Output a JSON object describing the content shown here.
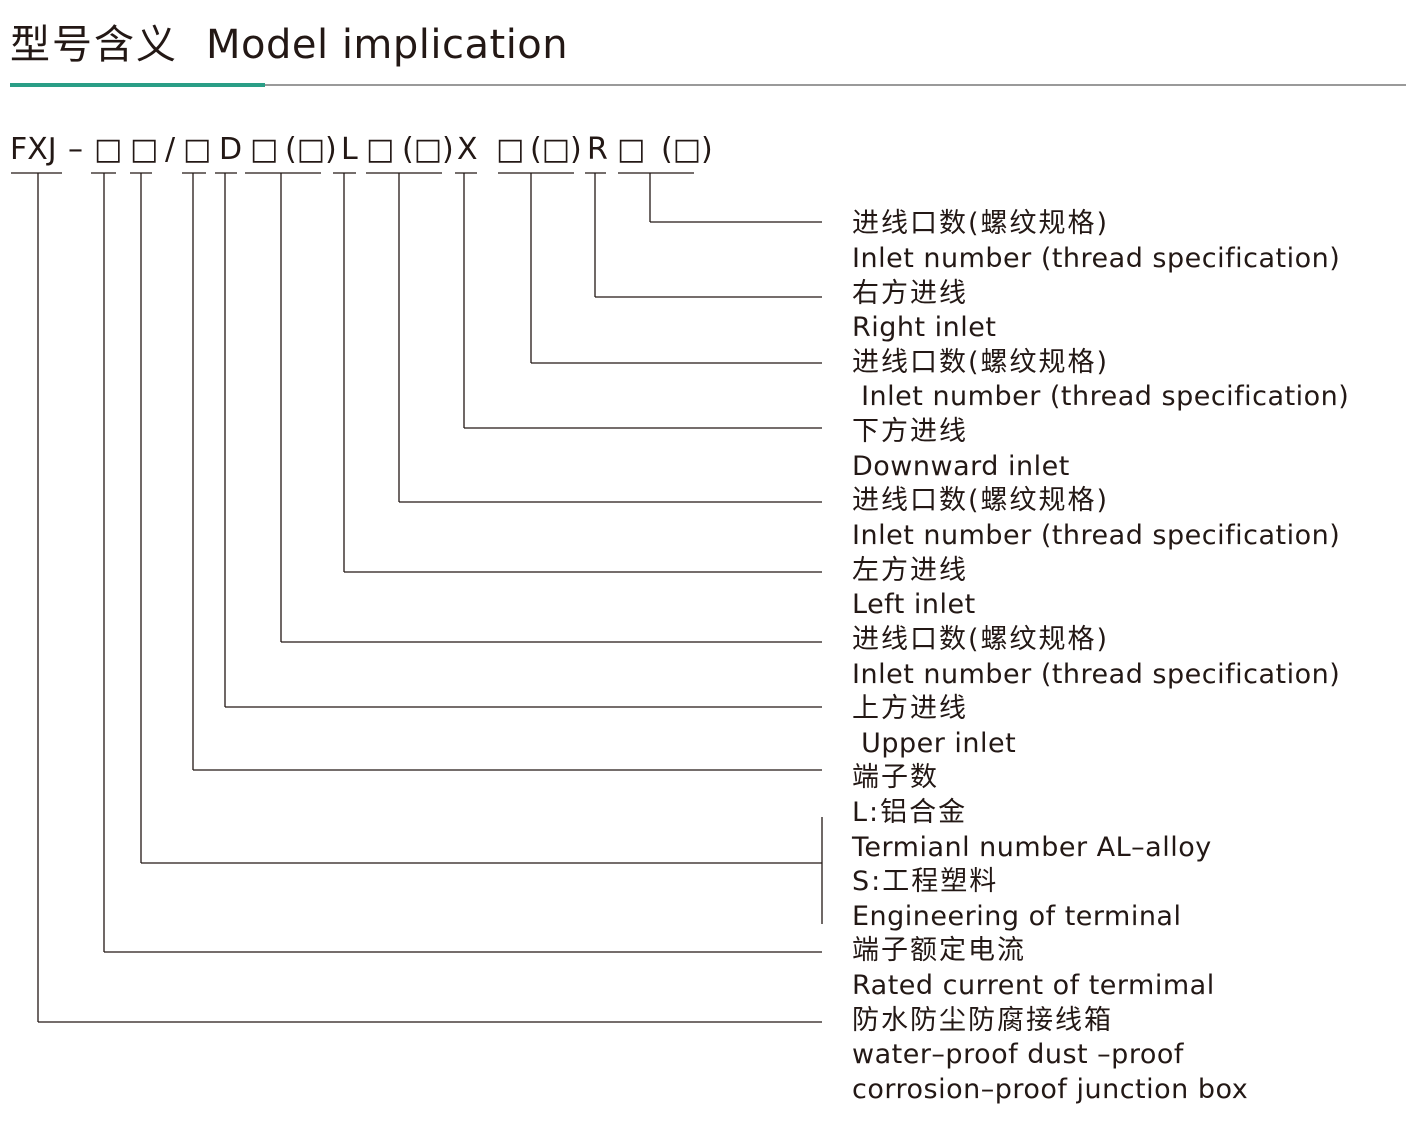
{
  "header": {
    "title_zh": "型号含义",
    "title_en": "Model implication",
    "accent_color": "#2a9e86",
    "rule_color": "#9a9a9a"
  },
  "model_code": {
    "prefix": "FXJ",
    "dash": "–",
    "box": "□",
    "slash": "/",
    "letter_d": "D",
    "letter_l": "L",
    "letter_x": "X",
    "letter_r": "R",
    "paren_box": "(□)"
  },
  "labels": [
    {
      "zh": "进线口数(螺纹规格)",
      "en": "Inlet number (thread specification)"
    },
    {
      "zh": "右方进线",
      "en": "Right inlet"
    },
    {
      "zh": "进线口数(螺纹规格)",
      "en": " Inlet number (thread specification)"
    },
    {
      "zh": "下方进线",
      "en": "Downward inlet"
    },
    {
      "zh": "进线口数(螺纹规格)",
      "en": "Inlet number (thread specification)"
    },
    {
      "zh": "左方进线",
      "en": "Left inlet"
    },
    {
      "zh": "进线口数(螺纹规格)",
      "en": "Inlet number (thread specification)"
    },
    {
      "zh": "上方进线",
      "en": " Upper inlet"
    },
    {
      "zh": "端子数",
      "en": ""
    },
    {
      "zh": "L:铝合金",
      "en": "Termianl number AL–alloy"
    },
    {
      "zh": "S:工程塑料",
      "en": "Engineering of terminal"
    },
    {
      "zh": "端子额定电流",
      "en": "Rated current of termimal"
    },
    {
      "zh": "防水防尘防腐接线箱",
      "en": "water–proof dust –proof",
      "en2": "corrosion–proof junction box"
    }
  ]
}
